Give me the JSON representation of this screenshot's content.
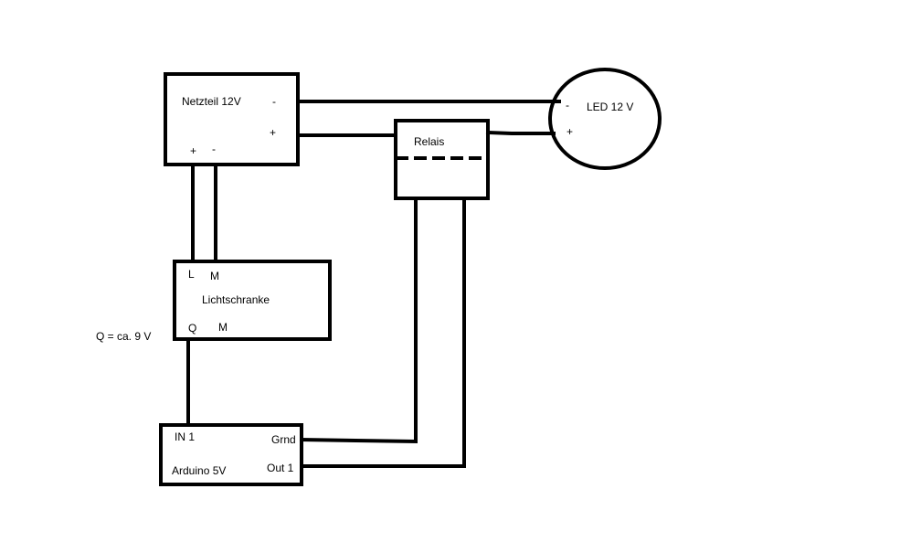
{
  "colors": {
    "stroke": "#000000",
    "background": "#ffffff"
  },
  "netzteil": {
    "title": "Netzteil 12V",
    "minus_right": "-",
    "plus_right": "+",
    "plus_bottom": "+",
    "minus_bottom": "-"
  },
  "led": {
    "title": "LED 12 V",
    "minus": "-",
    "plus": "+"
  },
  "relais": {
    "title": "Relais"
  },
  "lichtschranke": {
    "title": "Lichtschranke",
    "pin_l": "L",
    "pin_m_top": "M",
    "pin_q": "Q",
    "pin_m_bottom": "M"
  },
  "q_note": "Q = ca. 9 V",
  "arduino": {
    "title": "Arduino  5V",
    "in1": "IN 1",
    "grnd": "Grnd",
    "out1": "Out 1"
  }
}
